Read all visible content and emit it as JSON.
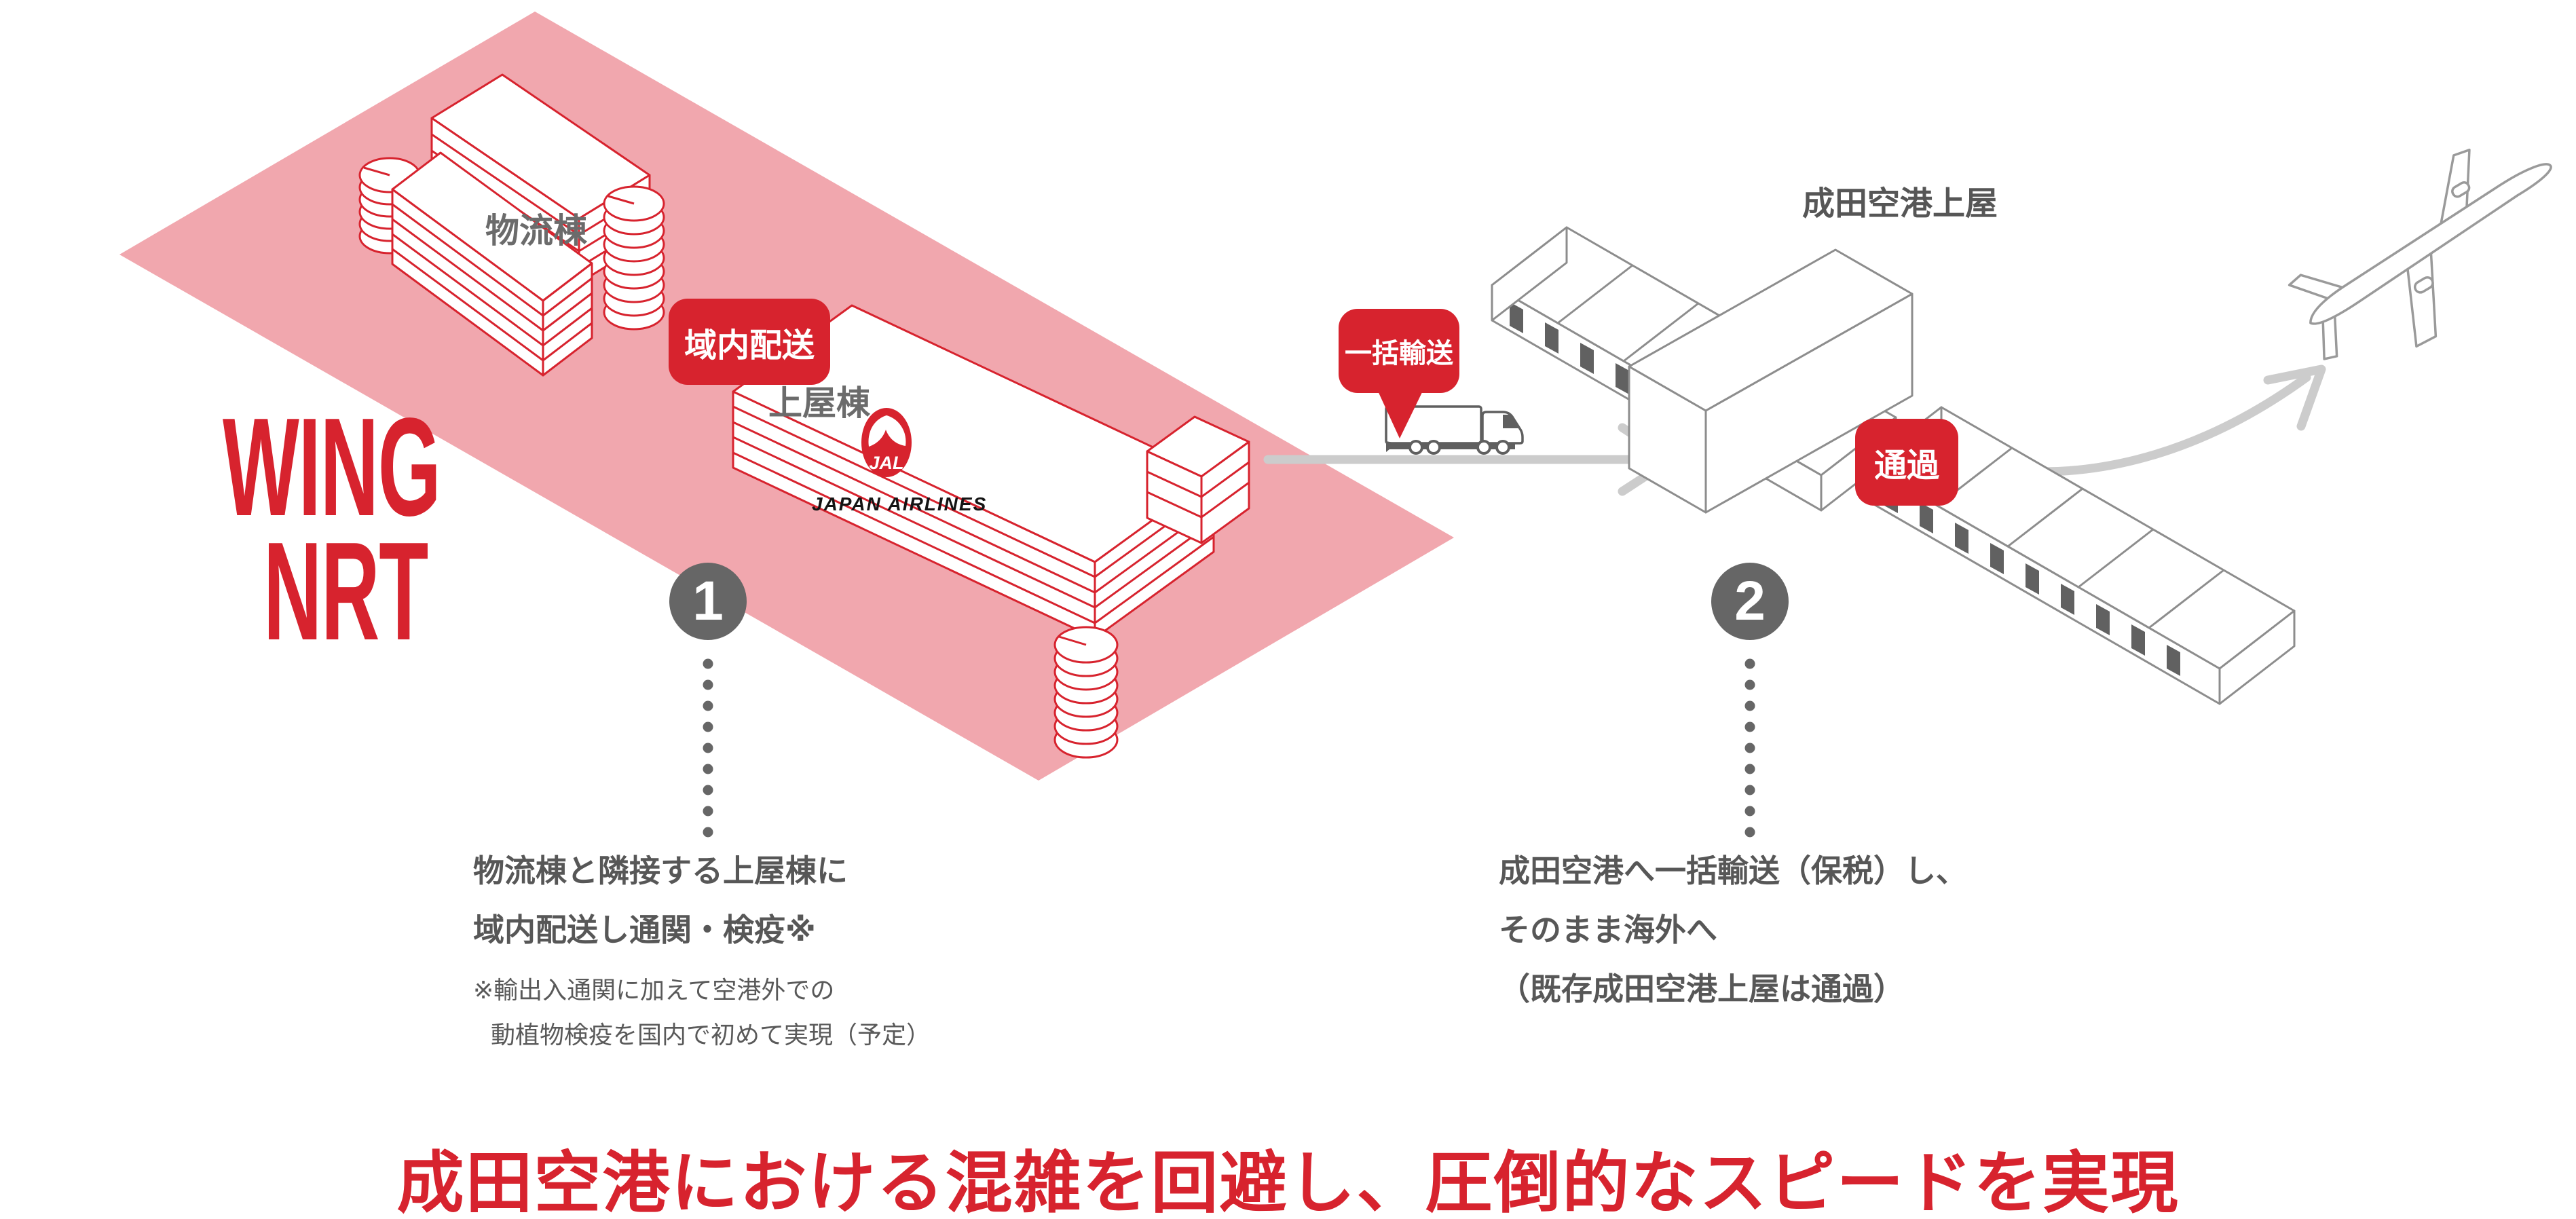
{
  "brand": {
    "line1": "WING",
    "line2": "NRT"
  },
  "labels": {
    "logistics": "物流棟",
    "warehouse": "上屋棟",
    "jal_mark": "JAL",
    "jal_air": "JAPAN AIRLINES",
    "narita": "成田空港上屋"
  },
  "badges": {
    "local_delivery": "域内配送",
    "bulk_transport": "一括輸送",
    "pass_through": "通過"
  },
  "steps": [
    {
      "number": "1",
      "lines": [
        "物流棟と隣接する上屋棟に",
        "域内配送し通関・検疫※"
      ],
      "notes": [
        "※輸出入通関に加えて空港外での",
        "動植物検疫を国内で初めて実現（予定）"
      ]
    },
    {
      "number": "2",
      "lines": [
        "成田空港へ一括輸送（保税）し、",
        "そのまま海外へ",
        "（既存成田空港上屋は通過）"
      ],
      "notes": []
    }
  ],
  "headline": {
    "text": "成田空港における混雑を回避し、圧倒的なスピードを実現"
  },
  "colors": {
    "red": "#d7232e",
    "pink": "#f1a7ae",
    "gray": "#666666",
    "line_gray": "#8d8d8d",
    "arrow_gray": "#cccccc"
  }
}
